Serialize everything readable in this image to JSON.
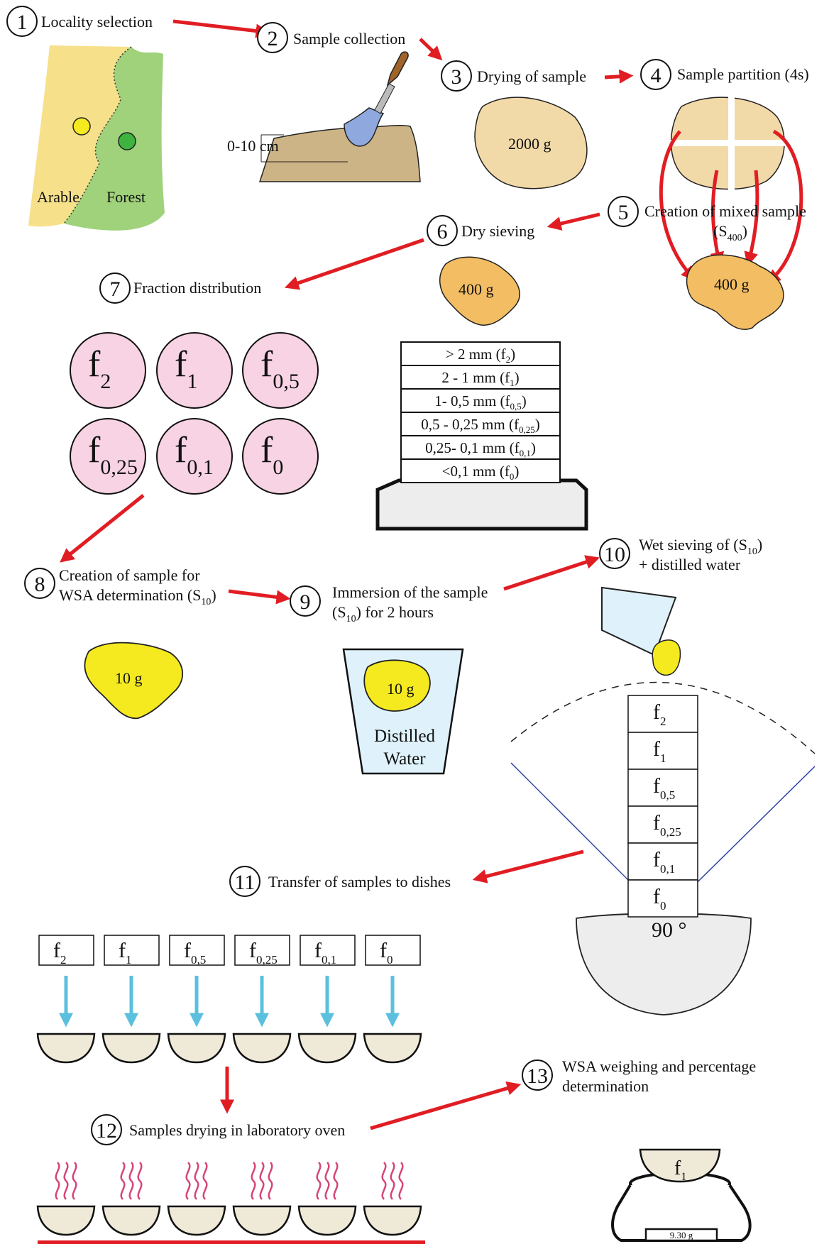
{
  "steps": {
    "s1": {
      "num": "1",
      "label": "Locality selection"
    },
    "s2": {
      "num": "2",
      "label": "Sample collection"
    },
    "s3": {
      "num": "3",
      "label": "Drying of sample"
    },
    "s4": {
      "num": "4",
      "label": "Sample partition (4s)"
    },
    "s5": {
      "num": "5",
      "label": "Creation of mixed sample",
      "sub_base": "(S",
      "sub_index": "400",
      "sub_close": ")"
    },
    "s6": {
      "num": "6",
      "label": "Dry sieving"
    },
    "s7": {
      "num": "7",
      "label": "Fraction distribution"
    },
    "s8": {
      "num": "8",
      "line1": "Creation of sample for",
      "line2_base": "WSA determination (S",
      "line2_index": "10",
      "line2_close": ")"
    },
    "s9": {
      "num": "9",
      "line1": "Immersion of the sample",
      "line2_open": "(S",
      "line2_index": "10",
      "line2_rest": ") for 2 hours"
    },
    "s10": {
      "num": "10",
      "line1_base": "Wet sieving of (S",
      "line1_index": "10",
      "line1_close": ")",
      "line2": "+ distilled water"
    },
    "s11": {
      "num": "11",
      "label": "Transfer of samples to dishes"
    },
    "s12": {
      "num": "12",
      "label": "Samples drying in laboratory oven"
    },
    "s13": {
      "num": "13",
      "line1": "WSA weighing and percentage",
      "line2": "determination"
    }
  },
  "map": {
    "arable": "Arable",
    "forest": "Forest"
  },
  "depth_label": "0-10 cm",
  "masses": {
    "dried": "2000 g",
    "mixed": "400 g",
    "dry_sieve": "400 g",
    "wsa": "10 g",
    "immersed": "10 g"
  },
  "water": {
    "line1": "Distilled",
    "line2": "Water"
  },
  "fractions": [
    {
      "sym": "f",
      "sub": "2"
    },
    {
      "sym": "f",
      "sub": "1"
    },
    {
      "sym": "f",
      "sub": "0,5"
    },
    {
      "sym": "f",
      "sub": "0,25"
    },
    {
      "sym": "f",
      "sub": "0,1"
    },
    {
      "sym": "f",
      "sub": "0"
    }
  ],
  "sieve_rows": [
    {
      "text": "> 2 mm (f",
      "sub": "2",
      "close": ")"
    },
    {
      "text": "2 - 1 mm (f",
      "sub": "1",
      "close": ")"
    },
    {
      "text": "1- 0,5 mm (f",
      "sub": "0,5",
      "close": ")"
    },
    {
      "text": "0,5 - 0,25 mm (f",
      "sub": "0,25",
      "close": ")"
    },
    {
      "text": "0,25- 0,1 mm (f",
      "sub": "0,1",
      "close": ")"
    },
    {
      "text": "<0,1 mm (f",
      "sub": "0",
      "close": ")"
    }
  ],
  "angle_label": "90 °",
  "scale": {
    "dish_sym": "f",
    "dish_sub": "1",
    "reading": "9.30 g"
  },
  "colors": {
    "arrow": "#e11d24",
    "pink": "#f8d3e3",
    "arable": "#f6e08a",
    "forest": "#9fd27a",
    "soil": "#cdb486",
    "sand": "#f2d9a8",
    "orange": "#f3bd63",
    "yellow": "#f5ea1f",
    "water": "#dff2fb",
    "dish": "#efe9d8",
    "blue_arrow": "#5bc0de",
    "heat": "#d6457a"
  }
}
